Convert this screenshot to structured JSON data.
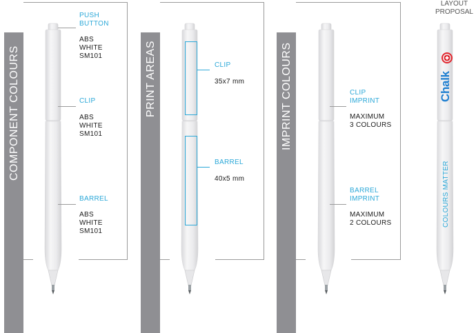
{
  "panels": {
    "component": {
      "title": "COMPONENT COLOURS",
      "push_label": [
        "PUSH",
        "BUTTON"
      ],
      "push_spec": [
        "ABS",
        "WHITE",
        "SM101"
      ],
      "clip_label": "CLIP",
      "clip_spec": [
        "ABS",
        "WHITE",
        "SM101"
      ],
      "barrel_label": "BARREL",
      "barrel_spec": [
        "ABS",
        "WHITE",
        "SM101"
      ]
    },
    "print": {
      "title": "PRINT AREAS",
      "clip_label": "CLIP",
      "clip_size": "35x7 mm",
      "barrel_label": "BARREL",
      "barrel_size": "40x5 mm"
    },
    "imprint": {
      "title": "IMPRINT COLOURS",
      "clip_label": [
        "CLIP",
        "IMPRINT"
      ],
      "clip_max": [
        "MAXIMUM",
        "3 COLOURS"
      ],
      "barrel_label": [
        "BARREL",
        "IMPRINT"
      ],
      "barrel_max": [
        "MAXIMUM",
        "2 COLOURS"
      ]
    },
    "layout": {
      "title": [
        "LAYOUT",
        "PROPOSAL"
      ],
      "logo_text": "Chalk",
      "barrel_text": "COLOURS MATTER"
    }
  },
  "colors": {
    "accent": "#2ba8d8",
    "bar": "#8f8f93",
    "logo_blue": "#1d7ed0",
    "logo_red": "#e2242c",
    "pen_white": "#ececee"
  }
}
